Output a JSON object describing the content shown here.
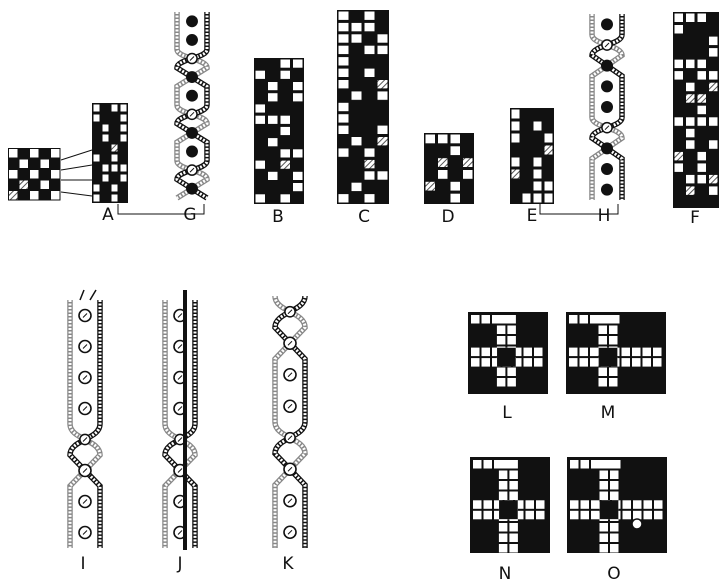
{
  "figure": {
    "labels": [
      "A",
      "G",
      "B",
      "C",
      "D",
      "E",
      "H",
      "F",
      "I",
      "J",
      "K",
      "L",
      "M",
      "N",
      "O"
    ],
    "colors": {
      "ink": "#111111",
      "paper": "#ffffff",
      "hatch": "#888888"
    }
  }
}
